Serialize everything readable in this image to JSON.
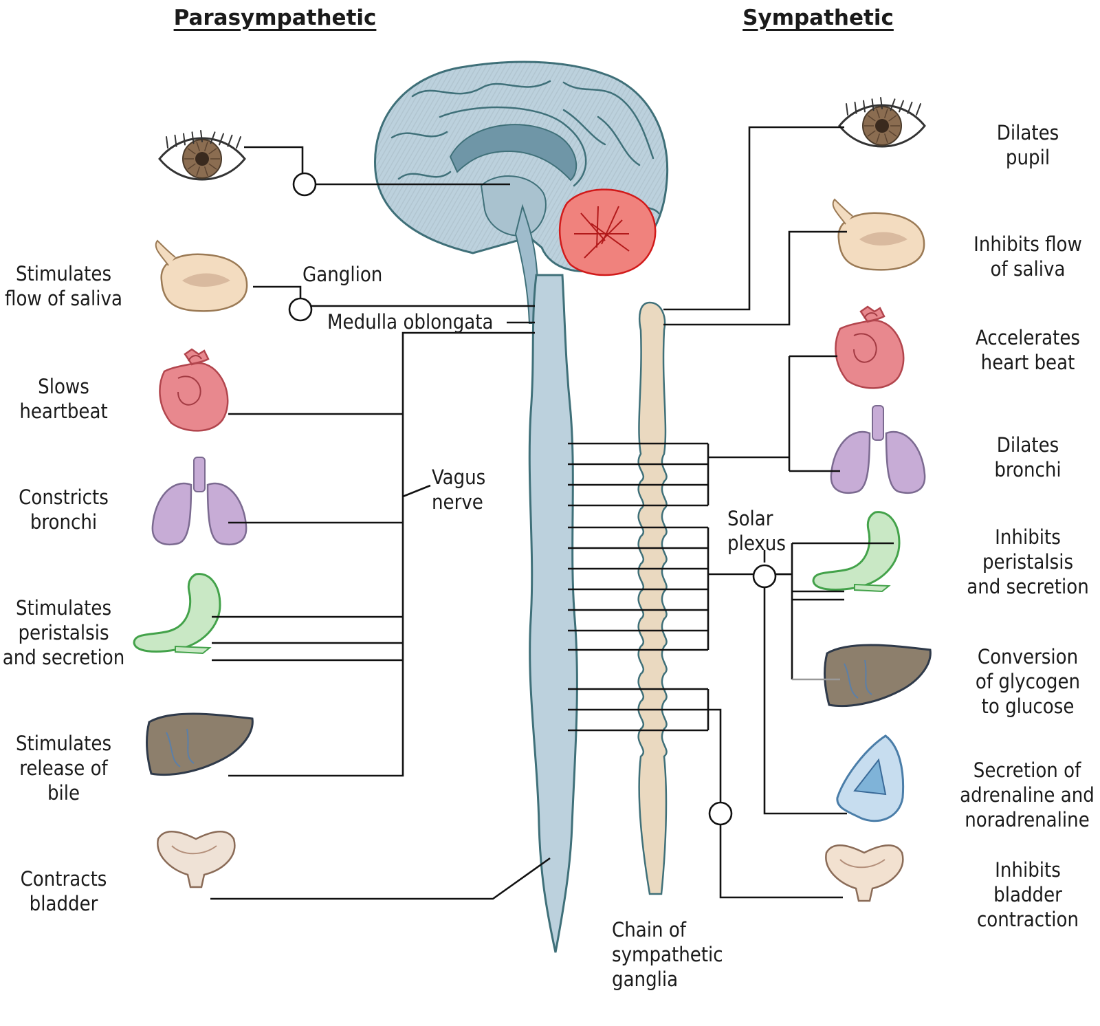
{
  "headings": {
    "parasympathetic": "Parasympathetic",
    "sympathetic": "Sympathetic"
  },
  "parasympathetic_effects": [
    "Stimulates\nflow of saliva",
    "Slows\nheartbeat",
    "Constricts\nbronchi",
    "Stimulates\nperistalsis\nand secretion",
    "Stimulates\nrelease of\nbile",
    "Contracts\nbladder"
  ],
  "sympathetic_effects": [
    "Dilates\npupil",
    "Inhibits flow\nof saliva",
    "Accelerates\nheart beat",
    "Dilates\nbronchi",
    "Inhibits\nperistalsis\nand secretion",
    "Conversion\nof glycogen\nto glucose",
    "Secretion of\nadrenaline and\nnoradrenaline",
    "Inhibits\nbladder\ncontraction"
  ],
  "structures": {
    "ganglion": "Ganglion",
    "medulla": "Medulla oblongata",
    "vagus": "Vagus\nnerve",
    "solar_plexus": "Solar\nplexus",
    "chain": "Chain of\nsympathetic\nganglia"
  },
  "colors": {
    "brain": "#bcd1dd",
    "outline": "#3f7079",
    "cerebellum": "#f0827d",
    "chain": "#ead9c0",
    "eye": "#8b6d51",
    "gland": "#f3dcc0",
    "heart": "#e8888e",
    "lung": "#c7acd6",
    "stomach": "#c9e8c5",
    "liver": "#8d7f6c",
    "adrenal": "#c7ddef",
    "bladder": "#f2e1d0"
  }
}
